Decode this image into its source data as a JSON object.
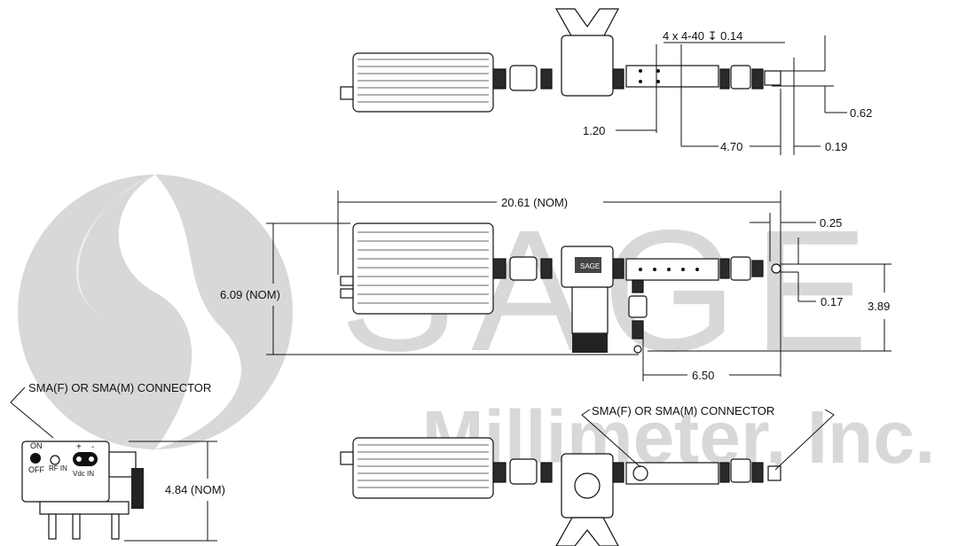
{
  "watermark": {
    "brand": "SAGE",
    "company": "Millimeter, Inc.",
    "color": "#d8d8d8"
  },
  "top_view": {
    "hole_callout": "4 x 4-40 ↧ 0.14",
    "dim_120": "1.20",
    "dim_470": "4.70",
    "dim_062": "0.62",
    "dim_019": "0.19"
  },
  "side_view": {
    "overall_length": "20.61 (NOM)",
    "height": "6.09 (NOM)",
    "dim_025": "0.25",
    "dim_017": "0.17",
    "dim_389": "3.89",
    "dim_650": "6.50",
    "plate_text": "SAGE"
  },
  "end_view": {
    "connector_note": "SMA(F) OR SMA(M) CONNECTOR",
    "height": "4.84 (NOM)",
    "on_label": "ON",
    "off_label": "OFF",
    "rf_in_label": "RF IN",
    "plus_label": "+",
    "minus_label": "-",
    "vdc_in_label": "Vdc IN"
  },
  "bottom_view": {
    "connector_note": "SMA(F) OR SMA(M) CONNECTOR"
  }
}
